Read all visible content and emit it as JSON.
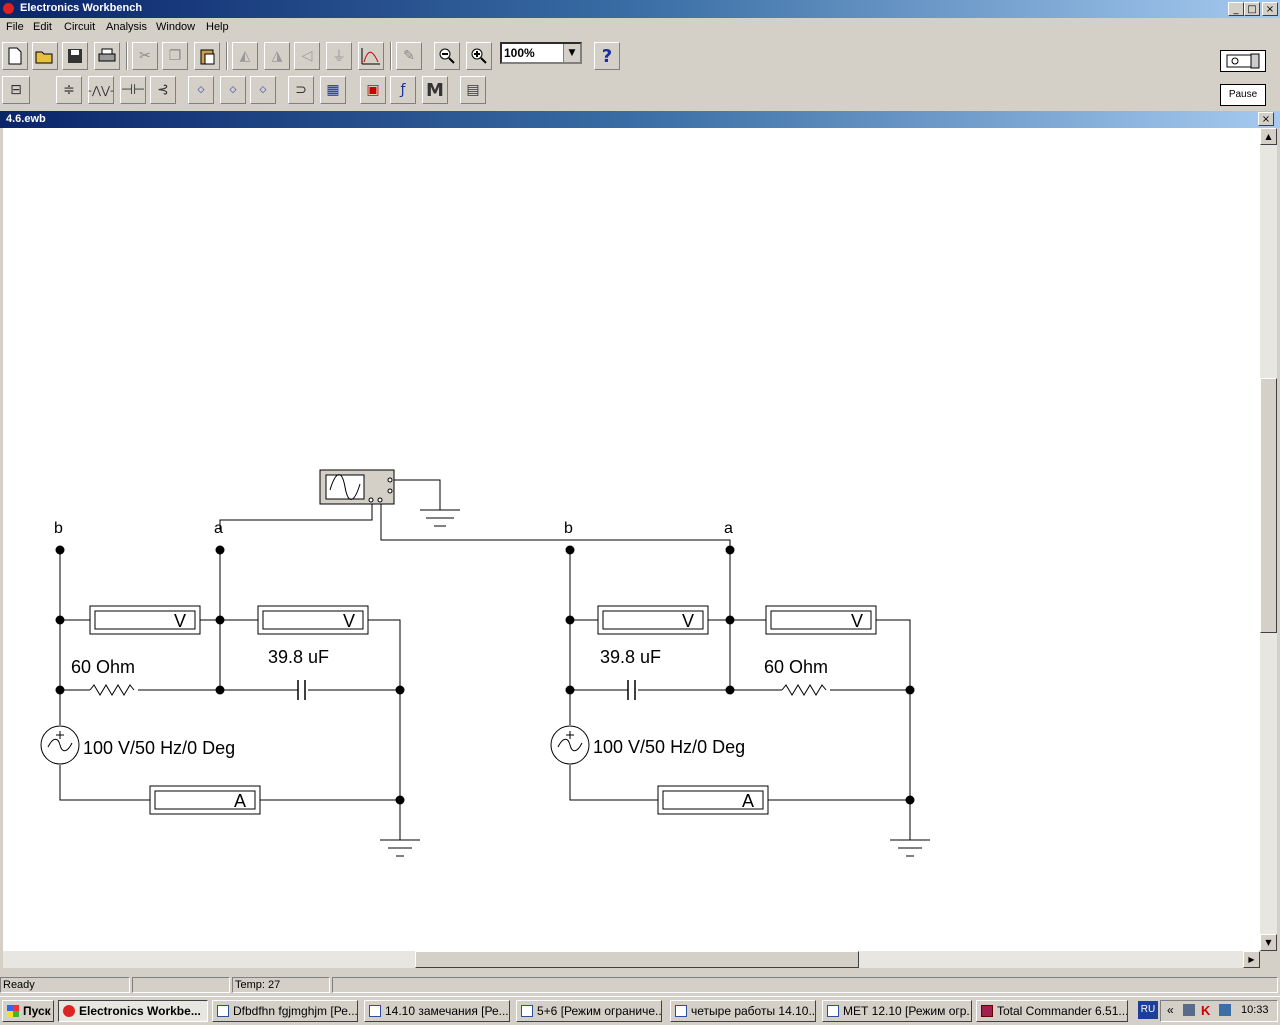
{
  "window": {
    "title": "Electronics Workbench",
    "min": "_",
    "max": "□",
    "close": "×"
  },
  "menu": [
    "File",
    "Edit",
    "Circuit",
    "Analysis",
    "Window",
    "Help"
  ],
  "toolbar": {
    "zoom_value": "100%",
    "help": "?",
    "pause_label": "Pause",
    "meters_label": "M"
  },
  "document": {
    "title": "4.6.ewb",
    "close": "×"
  },
  "circuit": {
    "left": {
      "node_b": "b",
      "node_a": "a",
      "voltmeter1": "V",
      "voltmeter2": "V",
      "resistor": "60  Ohm",
      "capacitor": "39.8 uF",
      "source": "100 V/50 Hz/0 Deg",
      "ammeter": "A"
    },
    "right": {
      "node_b": "b",
      "node_a": "a",
      "voltmeter1": "V",
      "voltmeter2": "V",
      "resistor": "60  Ohm",
      "capacitor": "39.8 uF",
      "source": "100 V/50 Hz/0 Deg",
      "ammeter": "A"
    }
  },
  "status": {
    "ready": "Ready",
    "temp": "Temp:  27"
  },
  "taskbar": {
    "start": "Пуск",
    "tasks": [
      "Electronics Workbe...",
      "Dfbdfhn fgjmghjm [Ре...",
      "14.10 замечания [Ре...",
      "5+6 [Режим ограниче...",
      "четыре работы 14.10...",
      "МЕТ 12.10 [Режим огр...",
      "Total Commander 6.51..."
    ],
    "lang": "RU",
    "clock": "10:33"
  },
  "colors": {
    "title_start": "#0a246a",
    "title_end": "#a6caf0",
    "face": "#d4d0c8",
    "wire": "#000000"
  }
}
